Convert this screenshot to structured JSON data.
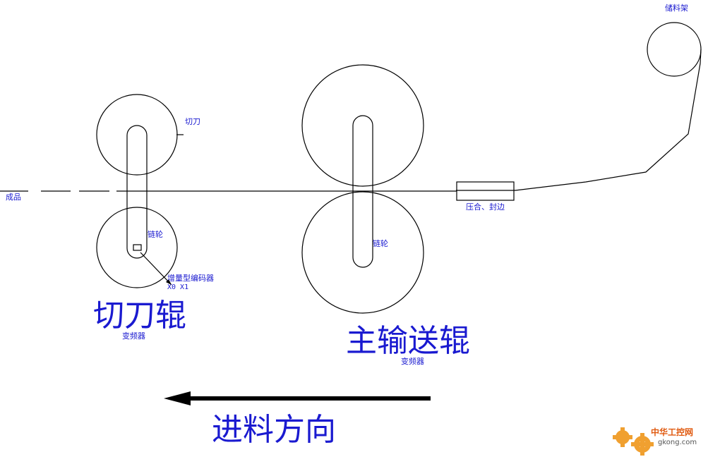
{
  "labels": {
    "storage_rack": "储料架",
    "cutter": "切刀",
    "product": "成品",
    "sprocket_left": "链轮",
    "sprocket_right": "链轮",
    "encoder": "增量型编码器",
    "encoder_io": "X0 X1",
    "press_seal": "压合、封边",
    "cutter_roller": "切刀辊",
    "inverter_left": "变频器",
    "main_roller": "主输送辊",
    "inverter_right": "变频器",
    "feed_direction": "进料方向"
  },
  "watermark": {
    "brand_cn": "中华工控网",
    "site": "gkong.com",
    "gear_color": "#f0a030",
    "text_color": "#e05a10"
  },
  "colors": {
    "line": "#000000",
    "label": "#1a1ad0"
  }
}
